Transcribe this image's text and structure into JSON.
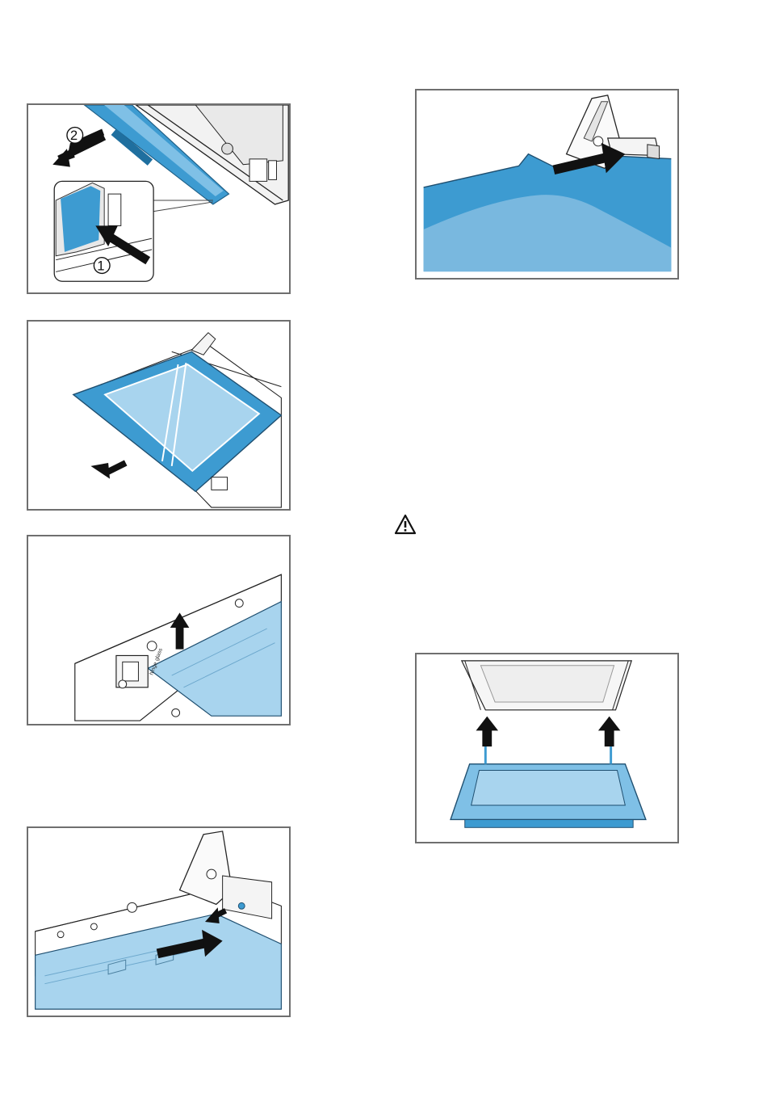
{
  "figures": {
    "fig1": {
      "step_1": "1",
      "step_2": "2"
    },
    "fig3": {
      "label_text": "hinge glass"
    }
  },
  "warning_icon": "warning-triangle-icon",
  "colors": {
    "accent_blue": "#3d9bd1",
    "light_blue": "#a8d4ee",
    "frame_gray": "#6f6f6f"
  }
}
